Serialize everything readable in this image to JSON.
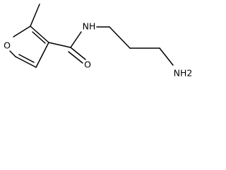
{
  "molecule": {
    "atoms": {
      "ring_oxygen": "O",
      "carbonyl_oxygen": "O",
      "amide_nitrogen": "NH",
      "amine_group": "NH2"
    }
  },
  "colors": {
    "bond": "#000000",
    "label": "#000000",
    "background": "#ffffff"
  }
}
